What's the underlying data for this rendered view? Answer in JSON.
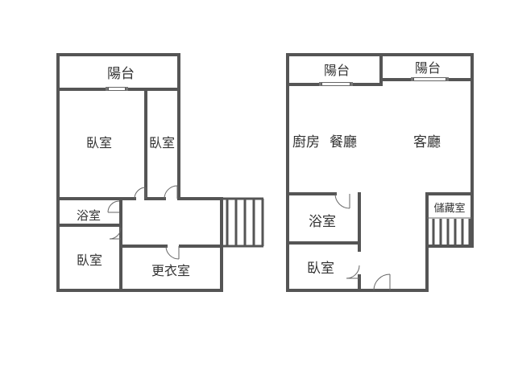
{
  "floor_1": {
    "rooms": {
      "balcony": "陽台",
      "bedroom_main": "臥室",
      "bedroom_side": "臥室",
      "bathroom": "浴室",
      "bedroom_lower": "臥室",
      "dressing_room": "更衣室"
    }
  },
  "floor_2": {
    "rooms": {
      "balcony_left": "陽台",
      "balcony_right": "陽台",
      "kitchen": "廚房",
      "dining": "餐廳",
      "living": "客廳",
      "bathroom": "浴室",
      "storage": "儲藏室",
      "bedroom": "臥室"
    }
  }
}
